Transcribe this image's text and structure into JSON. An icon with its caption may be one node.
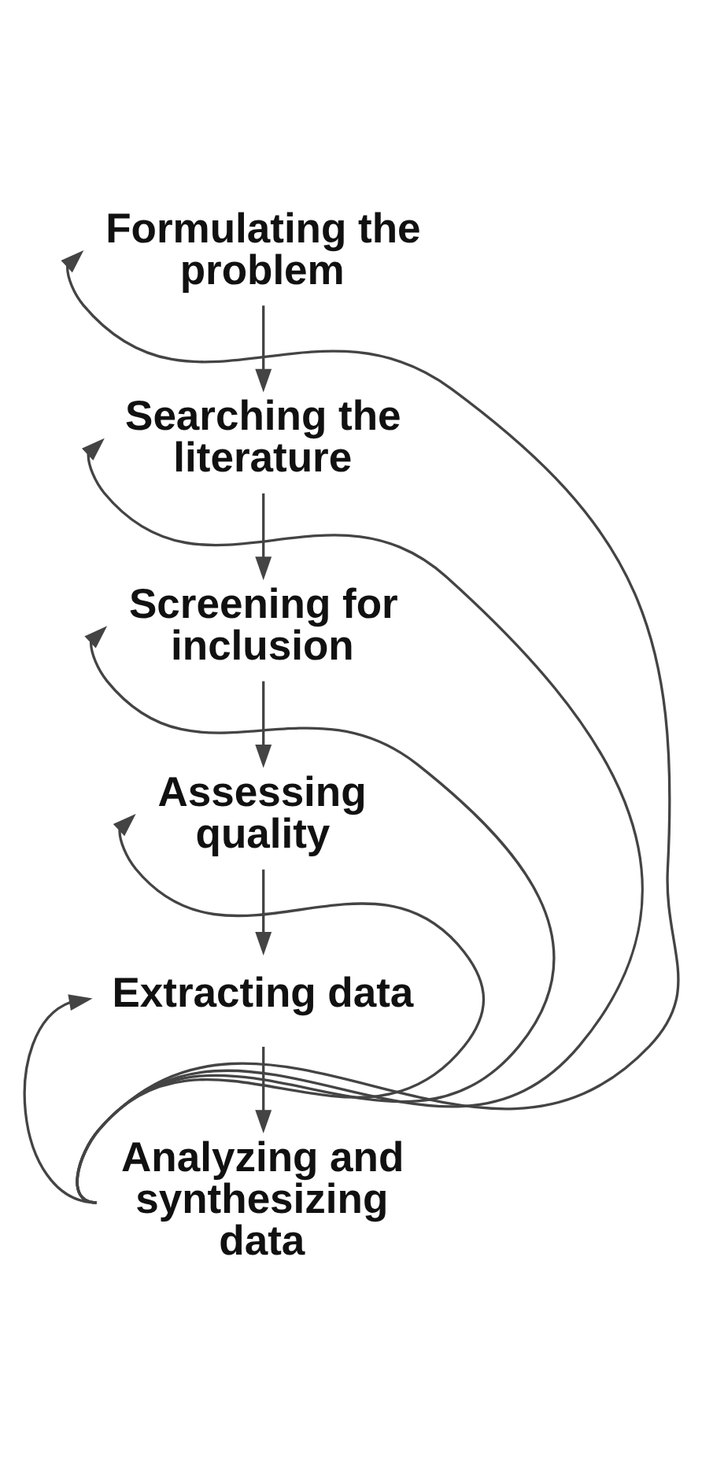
{
  "diagram": {
    "nodes": [
      {
        "text": [
          "Formulating the problem"
        ]
      },
      {
        "text": [
          "Searching the literature"
        ]
      },
      {
        "text": [
          "Screening for inclusion"
        ]
      },
      {
        "text": [
          "Assessing quality"
        ]
      },
      {
        "text": [
          "Extracting data"
        ]
      },
      {
        "text": [
          "Analyzing and synthesizing data"
        ]
      }
    ],
    "edges": [
      {
        "from": 0,
        "to": 1,
        "arrow": "to"
      },
      {
        "from": 1,
        "to": 2,
        "arrow": "to"
      },
      {
        "from": 2,
        "to": 3,
        "arrow": "to"
      },
      {
        "from": 3,
        "to": 4,
        "arrow": "to"
      },
      {
        "from": 4,
        "to": 5,
        "arrow": "to"
      },
      {
        "from": 5,
        "to": 0,
        "arrow": "to"
      },
      {
        "from": 5,
        "to": 1,
        "arrow": "to"
      },
      {
        "from": 5,
        "to": 2,
        "arrow": "to"
      },
      {
        "from": 5,
        "to": 3,
        "arrow": "to"
      },
      {
        "from": 5,
        "to": 4,
        "arrow": "to"
      }
    ]
  }
}
